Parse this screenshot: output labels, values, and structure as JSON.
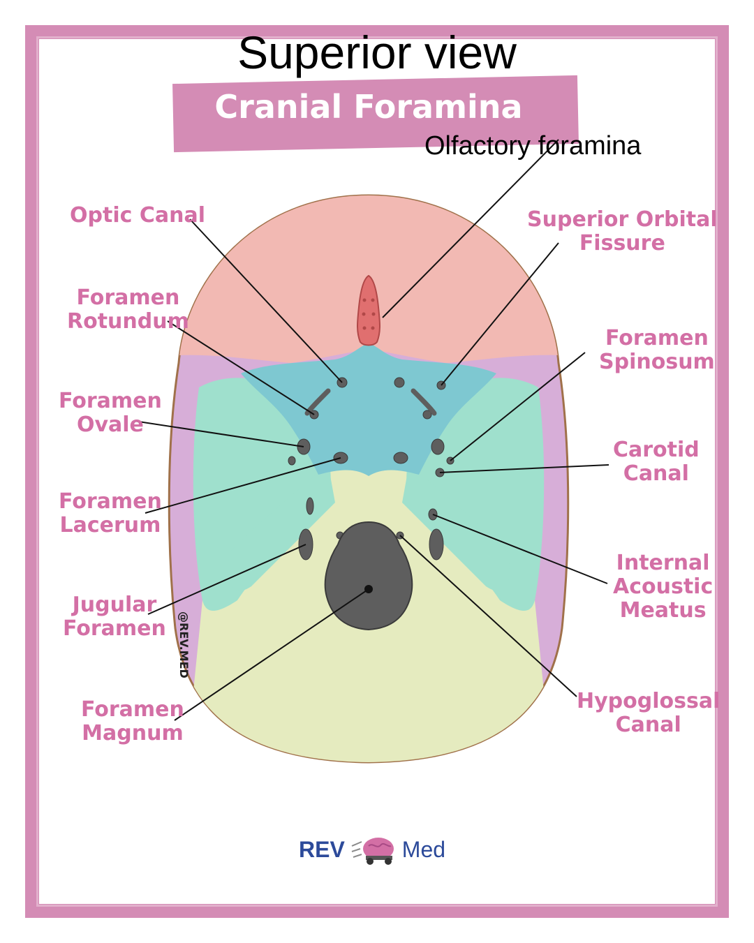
{
  "header": {
    "title": "Superior view",
    "banner": "Cranial Foramina"
  },
  "callout": {
    "olfactory": "Olfactory foramina"
  },
  "labels": {
    "optic_canal": "Optic Canal",
    "foramen_rotundum": "Foramen\nRotundum",
    "foramen_ovale": "Foramen\nOvale",
    "foramen_lacerum": "Foramen\nLacerum",
    "jugular_foramen": "Jugular\nForamen",
    "foramen_magnum": "Foramen\nMagnum",
    "superior_orbital_fissure": "Superior Orbital\nFissure",
    "foramen_spinosum": "Foramen\nSpinosum",
    "carotid_canal": "Carotid\nCanal",
    "internal_acoustic_meatus": "Internal\nAcoustic\nMeatus",
    "hypoglossal_canal": "Hypoglossal\nCanal"
  },
  "watermark": "@REV.MED",
  "logo": {
    "left": "REV",
    "right": "Med"
  },
  "colors": {
    "frame": "#d48cb5",
    "label": "#d36fa5",
    "anterior_fossa": "#f2b9b3",
    "sphenoid": "#7ec8d1",
    "middle_fossa": "#9fe0cd",
    "posterior_fossa": "#e5ebbf",
    "parietal_rim": "#d7aed8",
    "foramen": "#5e5e5e",
    "logo": "#2c4a9a"
  }
}
